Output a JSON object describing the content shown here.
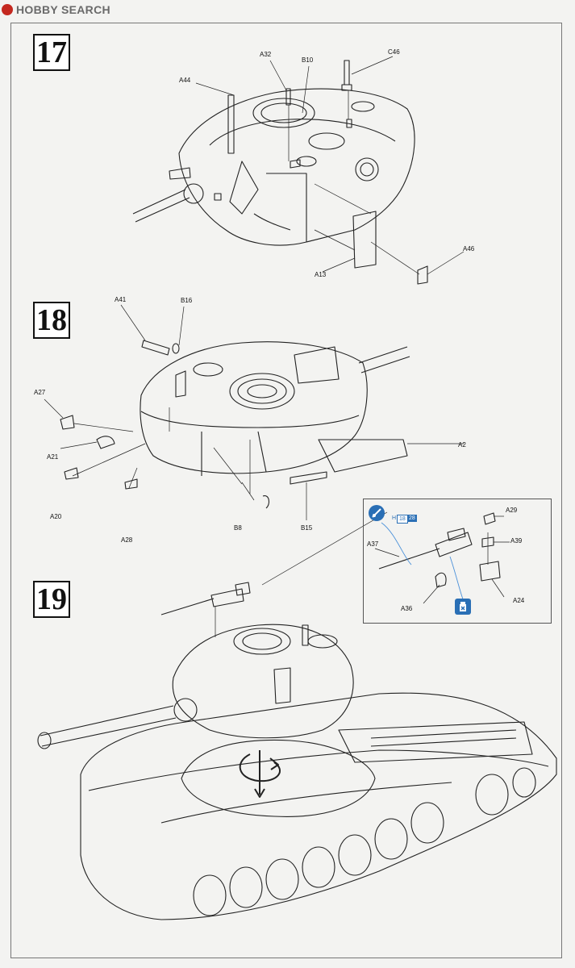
{
  "header": {
    "logo_text": "HOBBY SEARCH"
  },
  "steps": [
    {
      "number": "17"
    },
    {
      "number": "18"
    },
    {
      "number": "19"
    }
  ],
  "step17": {
    "labels": [
      "A32",
      "B10",
      "C46",
      "A44",
      "A46",
      "A13"
    ]
  },
  "step18": {
    "labels": [
      "A41",
      "B16",
      "A27",
      "A21",
      "A20",
      "A28",
      "A2",
      "B8",
      "B15"
    ]
  },
  "inset": {
    "ref_prefix": "H",
    "ref_num_1": "18",
    "ref_num_2": "28",
    "labels": [
      "A29",
      "A37",
      "A39",
      "A24",
      "A36"
    ]
  },
  "colors": {
    "accent": "#2a6fb5",
    "logo": "#c4281f"
  },
  "icons": [
    "paint-brush-icon",
    "cement-glue-icon",
    "rotate-arrow-icon"
  ]
}
